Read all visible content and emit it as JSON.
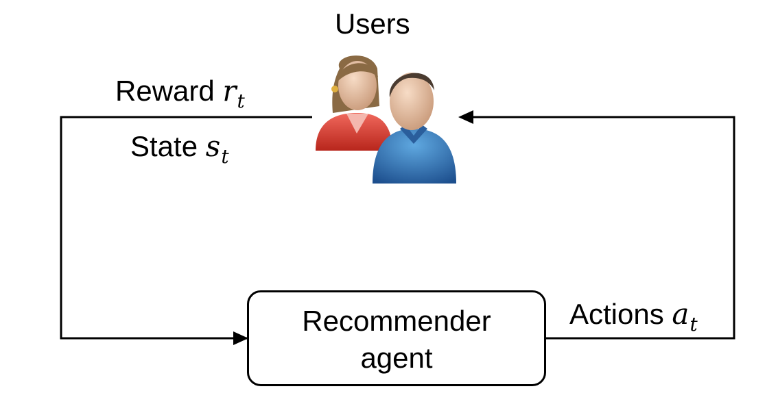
{
  "diagram": {
    "users_title": "Users",
    "reward": {
      "text": "Reward ",
      "symbol": "r",
      "subscript": "t"
    },
    "state": {
      "text": "State ",
      "symbol": "s",
      "subscript": "t"
    },
    "actions": {
      "text": "Actions ",
      "symbol": "a",
      "subscript": "t"
    },
    "agent_label": "Recommender\nagent",
    "users_icon": "users-group-icon"
  },
  "colors": {
    "line": "#000000",
    "woman_shirt": "#e0473c",
    "man_shirt": "#2f6fb5",
    "skin": "#e9c4a6",
    "woman_hair": "#8a6a44",
    "man_hair": "#4a3b30"
  }
}
